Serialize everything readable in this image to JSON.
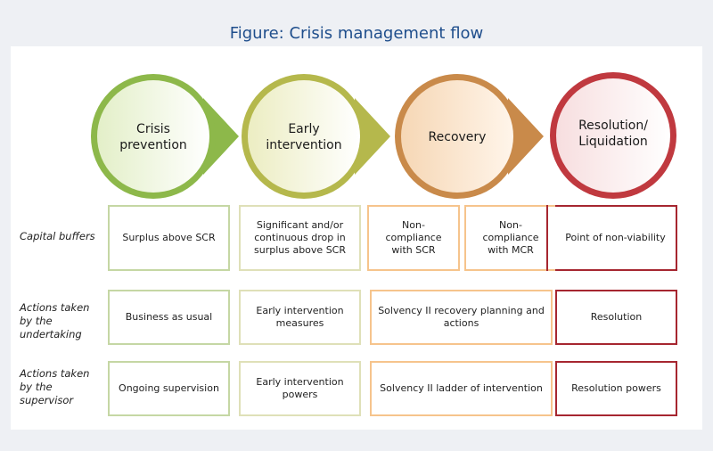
{
  "title": "Figure: Crisis management flow",
  "stages": [
    {
      "label": "Crisis prevention",
      "color": "#8db84a"
    },
    {
      "label": "Early intervention",
      "color": "#b5b84c"
    },
    {
      "label": "Recovery",
      "color": "#c98a4a"
    },
    {
      "label": "Resolution/ Liquidation",
      "color": "#c0393f"
    }
  ],
  "rows": [
    {
      "label": "Capital buffers"
    },
    {
      "label": "Actions taken by the undertaking"
    },
    {
      "label": "Actions taken by the supervisor"
    }
  ],
  "cells": {
    "capital_prevention": "Surplus above SCR",
    "capital_early": "Significant and/or continuous drop in surplus above SCR",
    "capital_recovery_scr": "Non-compliance with SCR",
    "capital_recovery_mcr": "Non-compliance with MCR",
    "capital_resolution": "Point of non-viability",
    "undertaking_prevention": "Business as usual",
    "undertaking_early": "Early intervention measures",
    "undertaking_recovery": "Solvency II recovery planning and actions",
    "undertaking_resolution": "Resolution",
    "supervisor_prevention": "Ongoing supervision",
    "supervisor_early": "Early intervention powers",
    "supervisor_recovery": "Solvency II ladder of intervention",
    "supervisor_resolution": "Resolution powers"
  }
}
